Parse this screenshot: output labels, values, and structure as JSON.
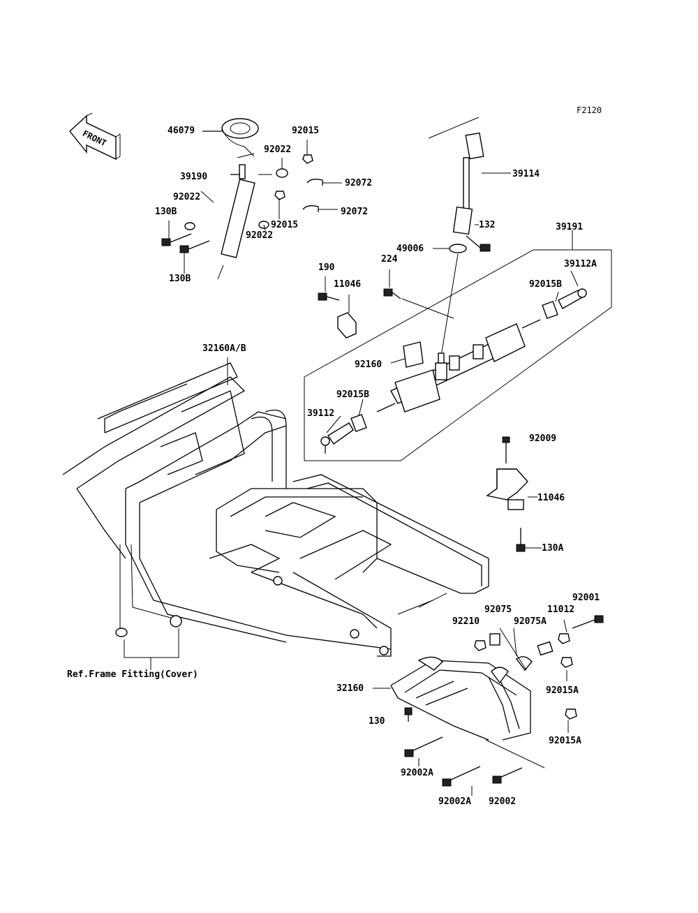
{
  "diagram_id": "F2120",
  "front_label": "FRONT",
  "reference_note": "Ref.Frame Fitting(Cover)",
  "labels": [
    {
      "id": "p46079",
      "text": "46079"
    },
    {
      "id": "p92015_a",
      "text": "92015"
    },
    {
      "id": "p92022_a",
      "text": "92022"
    },
    {
      "id": "p39190",
      "text": "39190"
    },
    {
      "id": "p92072_a",
      "text": "92072"
    },
    {
      "id": "p92022_b",
      "text": "92022"
    },
    {
      "id": "p130B_a",
      "text": "130B"
    },
    {
      "id": "p92072_b",
      "text": "92072"
    },
    {
      "id": "p92015_b",
      "text": "92015"
    },
    {
      "id": "p92022_c",
      "text": "92022"
    },
    {
      "id": "p130B_b",
      "text": "130B"
    },
    {
      "id": "p39114",
      "text": "39114"
    },
    {
      "id": "p132",
      "text": "132"
    },
    {
      "id": "p39191",
      "text": "39191"
    },
    {
      "id": "p49006",
      "text": "49006"
    },
    {
      "id": "p39112A",
      "text": "39112A"
    },
    {
      "id": "p190",
      "text": "190"
    },
    {
      "id": "p224",
      "text": "224"
    },
    {
      "id": "p11046_a",
      "text": "11046"
    },
    {
      "id": "p92015B_a",
      "text": "92015B"
    },
    {
      "id": "p32160AB",
      "text": "32160A/B"
    },
    {
      "id": "p92160",
      "text": "92160"
    },
    {
      "id": "p92015B_b",
      "text": "92015B"
    },
    {
      "id": "p39112",
      "text": "39112"
    },
    {
      "id": "p92009",
      "text": "92009"
    },
    {
      "id": "p11046_b",
      "text": "11046"
    },
    {
      "id": "p130A",
      "text": "130A"
    },
    {
      "id": "p92001",
      "text": "92001"
    },
    {
      "id": "p92075",
      "text": "92075"
    },
    {
      "id": "p11012",
      "text": "11012"
    },
    {
      "id": "p92210",
      "text": "92210"
    },
    {
      "id": "p92075A",
      "text": "92075A"
    },
    {
      "id": "p32160",
      "text": "32160"
    },
    {
      "id": "p92015A_a",
      "text": "92015A"
    },
    {
      "id": "p130",
      "text": "130"
    },
    {
      "id": "p92015A_b",
      "text": "92015A"
    },
    {
      "id": "p92002A_a",
      "text": "92002A"
    },
    {
      "id": "p92002A_b",
      "text": "92002A"
    },
    {
      "id": "p92002",
      "text": "92002"
    }
  ]
}
